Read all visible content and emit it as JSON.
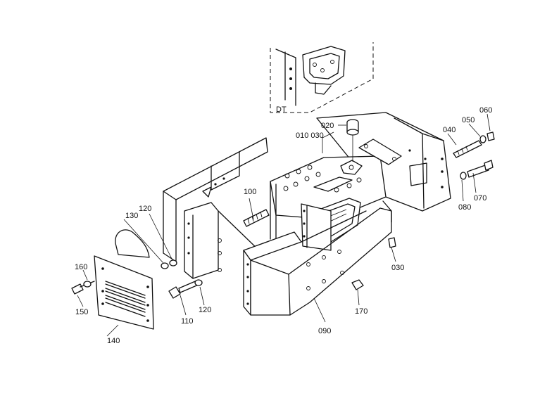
{
  "diagram": {
    "inset_label": "DT",
    "callouts": [
      {
        "key": "010_030",
        "text": "010 030"
      },
      {
        "key": "020",
        "text": "020"
      },
      {
        "key": "040",
        "text": "040"
      },
      {
        "key": "050",
        "text": "050"
      },
      {
        "key": "060",
        "text": "060"
      },
      {
        "key": "070",
        "text": "070"
      },
      {
        "key": "080",
        "text": "080"
      },
      {
        "key": "100",
        "text": "100"
      },
      {
        "key": "130",
        "text": "130"
      },
      {
        "key": "120a",
        "text": "120"
      },
      {
        "key": "160",
        "text": "160"
      },
      {
        "key": "150",
        "text": "150"
      },
      {
        "key": "110",
        "text": "110"
      },
      {
        "key": "120b",
        "text": "120"
      },
      {
        "key": "140",
        "text": "140"
      },
      {
        "key": "030b",
        "text": "030"
      },
      {
        "key": "170",
        "text": "170"
      },
      {
        "key": "090",
        "text": "090"
      }
    ]
  }
}
